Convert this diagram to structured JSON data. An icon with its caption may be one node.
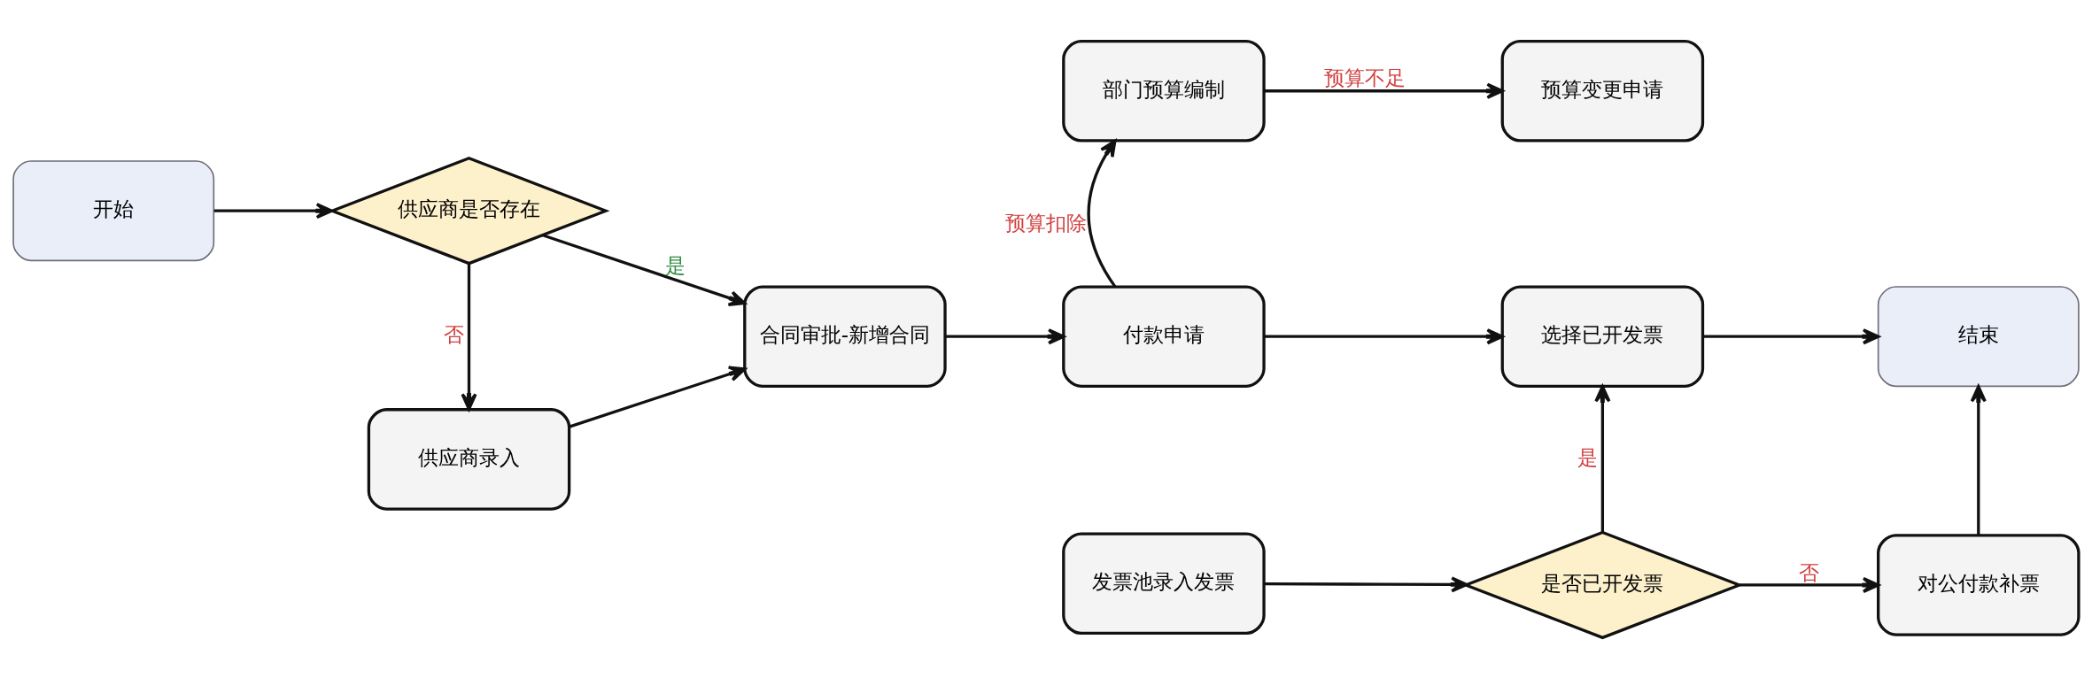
{
  "diagram": {
    "nodes": [
      {
        "text": [
          "开始"
        ]
      },
      {
        "text": [
          "供应商是否存在"
        ]
      },
      {
        "text": [
          "合同审批-新增合同"
        ]
      },
      {
        "text": [
          "供应商录入"
        ]
      },
      {
        "text": [
          "部门预算编制"
        ]
      },
      {
        "text": [
          "预算变更申请"
        ]
      },
      {
        "text": [
          "付款申请"
        ]
      },
      {
        "text": [
          "选择已开发票"
        ]
      },
      {
        "text": [
          "结束"
        ]
      },
      {
        "text": [
          "发票池录入发票"
        ]
      },
      {
        "text": [
          "是否已开发票"
        ]
      },
      {
        "text": [
          "对公付款补票"
        ]
      }
    ],
    "edges": [
      {
        "from": 0,
        "to": 1,
        "arrow": "to"
      },
      {
        "from": 1,
        "to": 2,
        "arrow": "to",
        "label": "是"
      },
      {
        "from": 1,
        "to": 3,
        "arrow": "to",
        "label": "否"
      },
      {
        "from": 3,
        "to": 2,
        "arrow": "to"
      },
      {
        "from": 2,
        "to": 6,
        "arrow": "to"
      },
      {
        "from": 6,
        "to": 4,
        "arrow": "to",
        "label": "预算扣除"
      },
      {
        "from": 4,
        "to": 5,
        "arrow": "to",
        "label": "预算不足"
      },
      {
        "from": 6,
        "to": 7,
        "arrow": "to"
      },
      {
        "from": 7,
        "to": 8,
        "arrow": "to"
      },
      {
        "from": 9,
        "to": 10,
        "arrow": "to"
      },
      {
        "from": 10,
        "to": 7,
        "arrow": "to",
        "label": "是"
      },
      {
        "from": 10,
        "to": 11,
        "arrow": "to",
        "label": "否"
      },
      {
        "from": 11,
        "to": 8,
        "arrow": "to"
      }
    ]
  }
}
